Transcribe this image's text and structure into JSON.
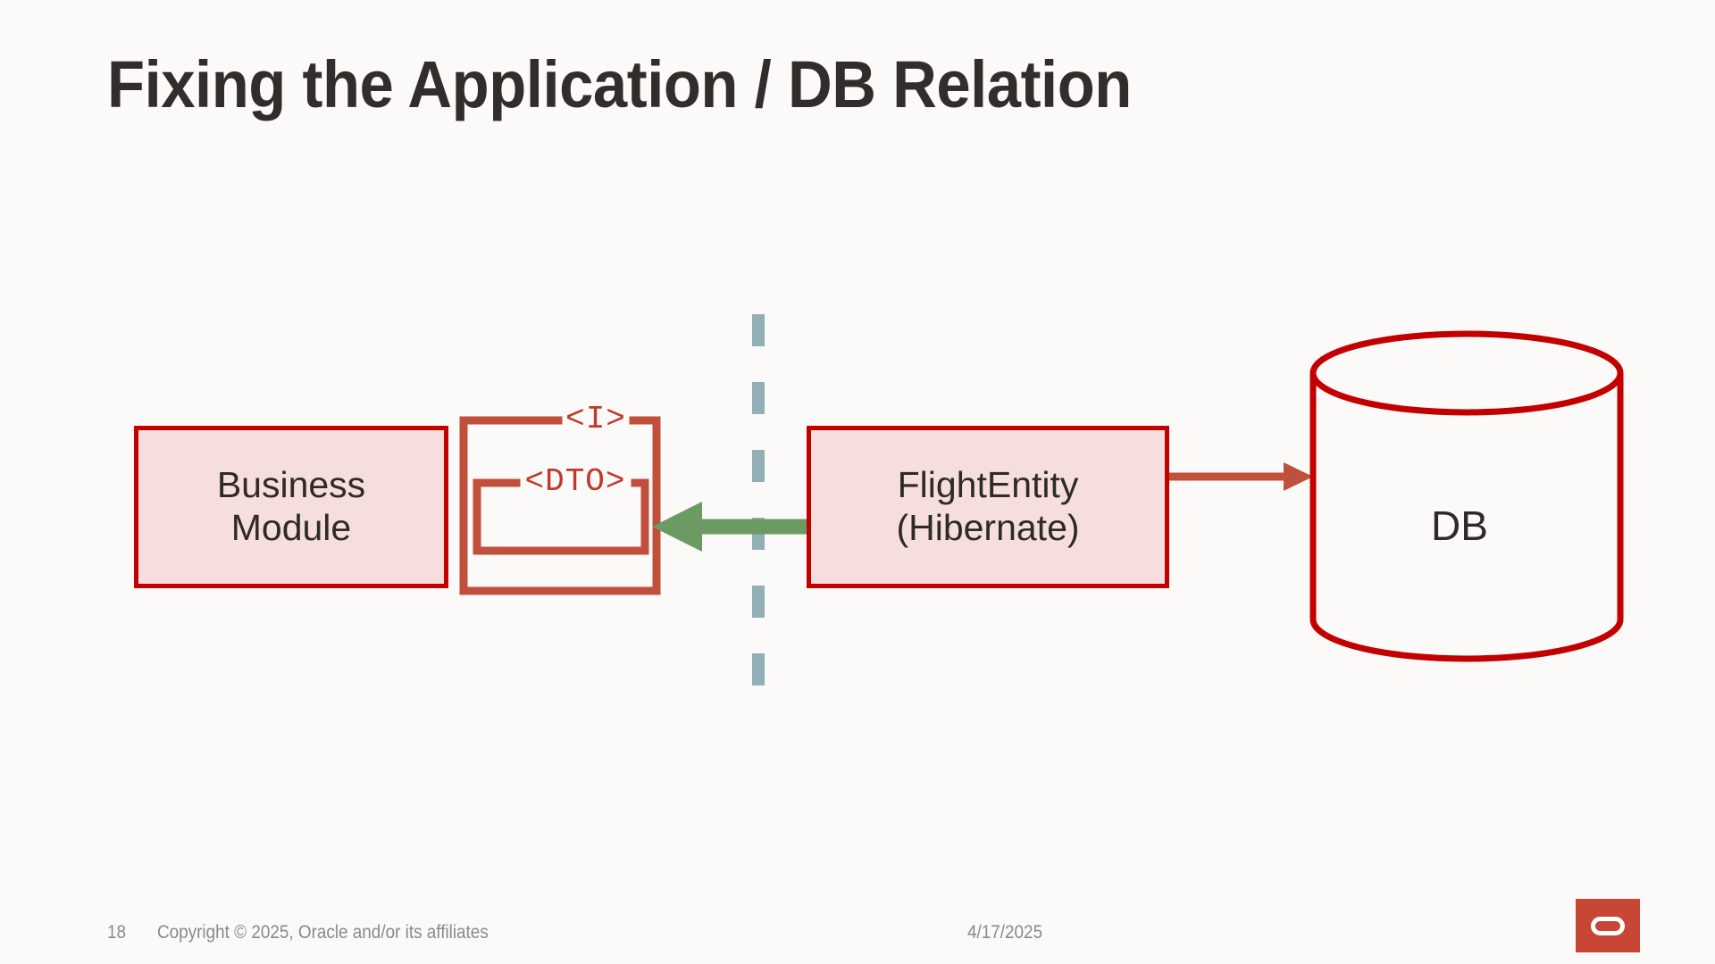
{
  "slide": {
    "title": "Fixing the Application / DB Relation",
    "background_color": "#FBFAF8",
    "title_color": "#312D2A"
  },
  "diagram": {
    "type": "architecture-flow",
    "nodes": [
      {
        "id": "business-module",
        "label": "Business\nModule",
        "line1": "Business",
        "line2": "Module",
        "shape": "rectangle",
        "fill_color": "#F6DEDC",
        "border_color": "#C30000"
      },
      {
        "id": "interface-bracket",
        "label": "<I>",
        "shape": "open-bracket",
        "border_color": "#C0392B"
      },
      {
        "id": "dto-bracket",
        "label": "<DTO>",
        "shape": "open-bracket",
        "border_color": "#C0392B"
      },
      {
        "id": "flight-entity",
        "label": "FlightEntity\n(Hibernate)",
        "line1": "FlightEntity",
        "line2": "(Hibernate)",
        "shape": "rectangle",
        "fill_color": "#F6DEDC",
        "border_color": "#C30000"
      },
      {
        "id": "database",
        "label": "DB",
        "shape": "cylinder",
        "border_color": "#C30000"
      }
    ],
    "edges": [
      {
        "id": "entity-to-dto",
        "from": "flight-entity",
        "to": "dto-bracket",
        "direction": "left",
        "color": "#6B9A63",
        "style": "thick-solid-arrow"
      },
      {
        "id": "entity-to-db",
        "from": "flight-entity",
        "to": "database",
        "direction": "right",
        "color": "#C0503C",
        "style": "thin-solid-arrow"
      }
    ],
    "divider": {
      "id": "boundary-line",
      "orientation": "vertical",
      "style": "dashed",
      "color": "#92AFB5"
    }
  },
  "footer": {
    "page_number": "18",
    "copyright": "Copyright © 2025, Oracle and/or its affiliates",
    "date": "4/17/2025",
    "logo_color": "#C74634",
    "text_color": "#8C8A87"
  }
}
